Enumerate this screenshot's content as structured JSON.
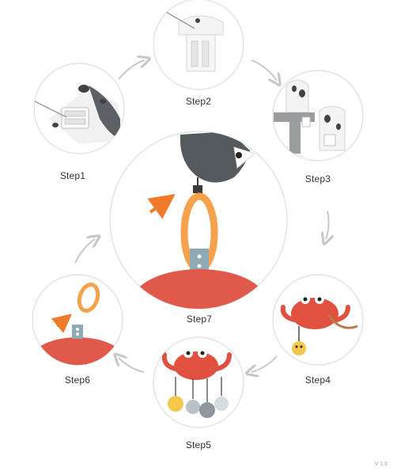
{
  "steps": [
    {
      "id": 1,
      "label": "Step1"
    },
    {
      "id": 2,
      "label": "Step2"
    },
    {
      "id": 3,
      "label": "Step3"
    },
    {
      "id": 4,
      "label": "Step4"
    },
    {
      "id": 5,
      "label": "Step5"
    },
    {
      "id": 6,
      "label": "Step6"
    },
    {
      "id": 7,
      "label": "Step7"
    }
  ],
  "version": "V 1.8",
  "colors": {
    "circle_border": "#e2e2e2",
    "flow_arrow": "#c8c8c8",
    "accent_arrow": "#f07a2a",
    "teether_ring": "#f6a24c",
    "crab_red": "#e0513f",
    "plush_red": "#e0594a",
    "head_grey": "#555a5f",
    "beak_white": "#ffffff",
    "tab_blue": "#8fa9b5"
  }
}
